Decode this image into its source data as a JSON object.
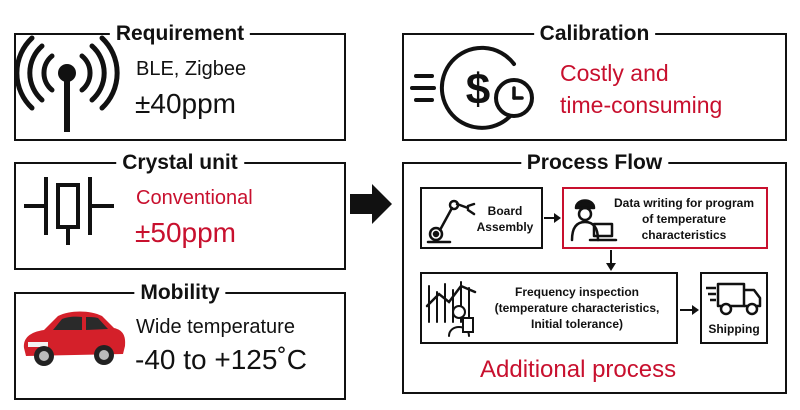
{
  "requirement": {
    "title": "Requirement",
    "line1": "BLE, Zigbee",
    "line2": "±40ppm",
    "icon": "antenna-icon"
  },
  "crystal": {
    "title": "Crystal unit",
    "line1": "Conventional",
    "line2": "±50ppm",
    "icon": "crystal-symbol-icon"
  },
  "mobility": {
    "title": "Mobility",
    "line1": "Wide temperature",
    "line2": "-40 to +125˚C",
    "icon": "car-icon"
  },
  "calibration": {
    "title": "Calibration",
    "line1": "Costly and",
    "line2": "time-consuming",
    "icon": "money-clock-icon"
  },
  "process": {
    "title": "Process Flow",
    "board": "Board\nAssembly",
    "data_writing": "Data writing for program\nof temperature\ncharacteristics",
    "frequency": "Frequency inspection\n(temperature characteristics,\nInitial tolerance)",
    "shipping": "Shipping",
    "footer": "Additional process"
  },
  "colors": {
    "accent": "#c8102e",
    "text": "#111111",
    "car": "#d4202a"
  }
}
